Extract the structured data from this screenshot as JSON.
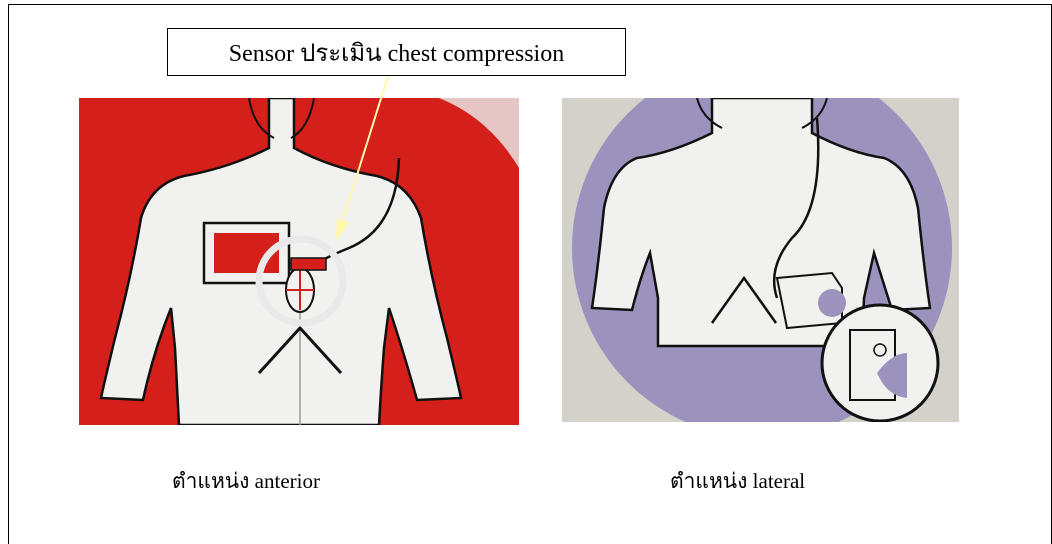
{
  "callout": {
    "text": "Sensor ประเมิน chest compression"
  },
  "captions": {
    "anterior": "ตำแหน่ง anterior",
    "lateral": "ตำแหน่ง lateral"
  },
  "colors": {
    "anterior_background": "#d41f1a",
    "lateral_background": "#9b92bd",
    "body_fill": "#f1f1ef",
    "arrow": "#fff9a8",
    "sensor_ring": "#e9e9e9"
  }
}
